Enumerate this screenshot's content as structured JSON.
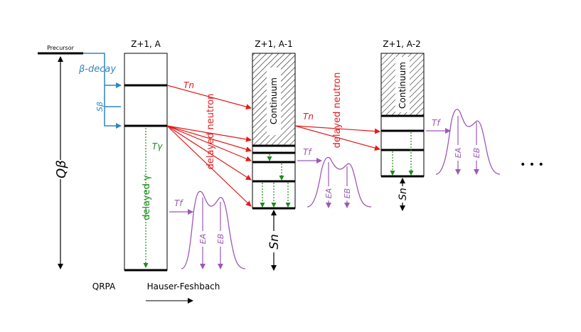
{
  "labels": {
    "precursor": "Precursor",
    "beta_decay": "β-decay",
    "s_beta": "Sβ",
    "q_beta": "Qβ",
    "nucleus_a": "Z+1, A",
    "nucleus_a1": "Z+1, A-1",
    "nucleus_a2": "Z+1, A-2",
    "continuum": "Continuum",
    "t_n": "Tn",
    "t_gamma": "Tγ",
    "t_f": "Tf",
    "delayed_neutron": "delayed neutron",
    "delayed_gamma": "delayed γ",
    "e_a": "EA",
    "e_b": "EB",
    "s_n": "Sn",
    "ellipsis": "• • •",
    "qrpa": "QRPA",
    "hauser_feshbach": "Hauser-Feshbach"
  },
  "colors": {
    "beta": "#2e86c1",
    "neutron": "#e31a1c",
    "gamma": "#1b8a1b",
    "fission": "#9b59b6",
    "black": "#000000"
  }
}
